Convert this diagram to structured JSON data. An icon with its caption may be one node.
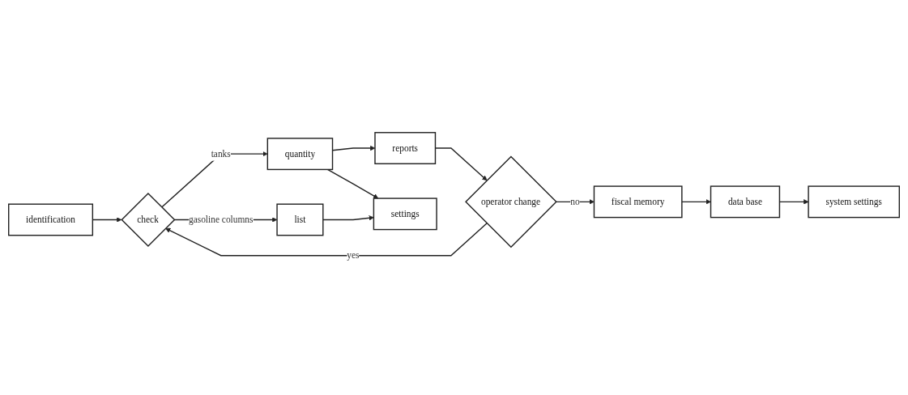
{
  "diagram": {
    "nodes": [
      {
        "text": [
          "identification"
        ]
      },
      {
        "text": [
          "check"
        ]
      },
      {
        "text": [
          "quantity"
        ]
      },
      {
        "text": [
          "reports"
        ]
      },
      {
        "text": [
          "operator change"
        ]
      },
      {
        "text": [
          "fiscal memory"
        ]
      },
      {
        "text": [
          "data base"
        ]
      },
      {
        "text": [
          "system settings"
        ]
      },
      {
        "text": [
          "list"
        ]
      },
      {
        "text": [
          "settings"
        ]
      }
    ],
    "edges": [
      {
        "from": 0,
        "to": 1,
        "arrow": "to"
      },
      {
        "from": 1,
        "to": 2,
        "arrow": "to",
        "label": "tanks"
      },
      {
        "from": 1,
        "to": 8,
        "arrow": "to",
        "label": "gasoline columns"
      },
      {
        "from": 8,
        "to": 9,
        "arrow": "to"
      },
      {
        "from": 2,
        "to": 3,
        "arrow": "to"
      },
      {
        "from": 2,
        "to": 9,
        "arrow": "to"
      },
      {
        "from": 3,
        "to": 4,
        "arrow": "to"
      },
      {
        "from": 4,
        "to": 1,
        "arrow": "to",
        "label": "yes"
      },
      {
        "from": 4,
        "to": 5,
        "arrow": "to",
        "label": "no"
      },
      {
        "from": 5,
        "to": 6,
        "arrow": "to"
      },
      {
        "from": 6,
        "to": 7,
        "arrow": "to"
      }
    ]
  }
}
